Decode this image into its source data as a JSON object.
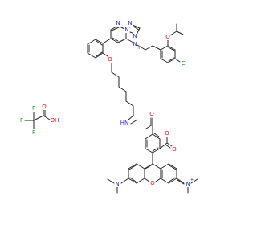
{
  "molecule": {
    "colors": {
      "carbon": "#222222",
      "nitrogen": "#2a2ad8",
      "oxygen": "#e01010",
      "chlorine": "#1a9a1a",
      "fluorine": "#1a9a1a",
      "hydrogen": "#222222",
      "charge": "#222222"
    },
    "labels": {
      "triazole_n_top": "N",
      "triazole_n_left": "N",
      "triazole_n_mid": "N",
      "pyrimidine_n": "N",
      "amine_nh": "N",
      "amine_h": "H",
      "isopropoxy_o": "O",
      "chloro": "Cl",
      "ether_o": "O",
      "amide_nh": "HN",
      "amide_o": "O",
      "carboxylate_o_single": "O",
      "carboxylate_charge": "-",
      "carboxylate_o_double": "O",
      "xanthene_o": "O",
      "dimethylamino_n": "N",
      "iminium_n": "N",
      "iminium_charge": "+",
      "tfa_f1": "F",
      "tfa_f2": "F",
      "tfa_f3": "F",
      "tfa_o_double": "O",
      "tfa_oh": "OH"
    }
  }
}
